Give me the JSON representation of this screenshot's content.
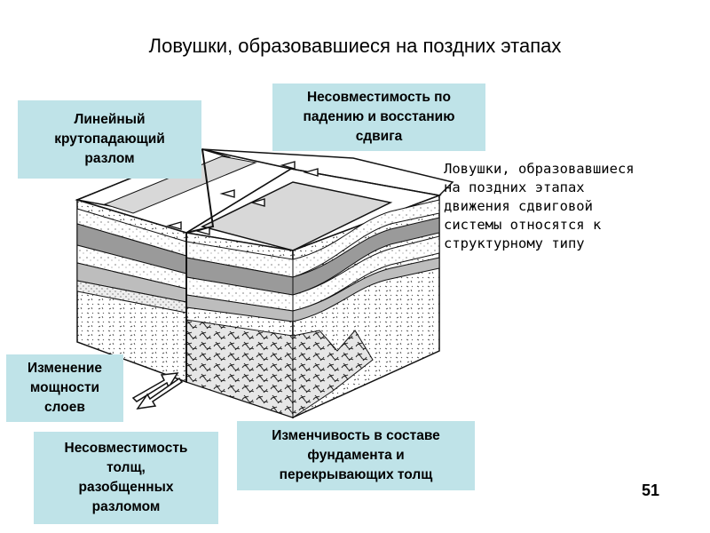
{
  "slide": {
    "title": "Ловушки, образовавшиеся на поздних этапах",
    "page_number": "51"
  },
  "callouts": {
    "fault": "Линейный\nкрутопадающий\nразлом",
    "incompatibility": "Несовместимость по\nпадению и восстанию\nсдвига",
    "thickness_change": "Изменение\nмощности\nслоев",
    "thickness_incompat": "Несовместимость\nтолщ,\nразобщенных\nразломом",
    "basement_variability": "Изменчивость в составе\nфундамента и\nперекрывающих толщ"
  },
  "description": "Ловушки, образовавшиеся\nна поздних этапах\nдвижения сдвиговой\nсистемы относятся к\nструктурному типу",
  "colors": {
    "callout_bg": "#bfe3e8",
    "band_gray": "#d8d8d8",
    "band_dark": "#9a9a9a",
    "outline": "#111111"
  },
  "icons": {
    "motion_arrows": "strike-slip-opposing-arrows",
    "fault_teeth": "fault-offset-ticks"
  }
}
